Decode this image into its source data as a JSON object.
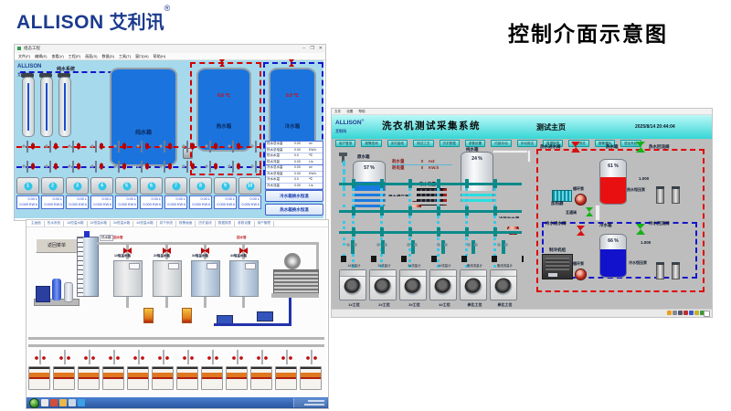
{
  "slide": {
    "logo_text": "ALLISON",
    "logo_cn": "艾利讯",
    "logo_reg": "®",
    "title": "控制介面示意图"
  },
  "shot1": {
    "window_title": "组态工程",
    "controls": {
      "min": "–",
      "max": "❐",
      "close": "✕"
    },
    "menu_items": [
      "文件(F)",
      "编辑(E)",
      "查看(V)",
      "工程(P)",
      "画面(S)",
      "数据(D)",
      "工具(T)",
      "窗口(W)",
      "帮助(H)"
    ],
    "brand": "ALLISON",
    "brand_cn": "艾利讯",
    "system_label": "纯水系统",
    "tank_pure": "纯水箱",
    "tank_hot": "热水箱",
    "tank_cold": "冷水箱",
    "hot_temp": "0.0 ℃",
    "cold_temp": "0.0 ℃",
    "stations": [
      {
        "no": "1"
      },
      {
        "no": "2"
      },
      {
        "no": "3"
      },
      {
        "no": "4"
      },
      {
        "no": "5"
      },
      {
        "no": "6"
      },
      {
        "no": "7"
      },
      {
        "no": "8"
      },
      {
        "no": "9"
      },
      {
        "no": "10"
      }
    ],
    "station_flow": "0.00 L",
    "station_energy": "0.000 KW.h",
    "data_rows_hot": [
      {
        "label": "热水总水量",
        "value": "0.00",
        "unit": "m³"
      },
      {
        "label": "热水总电量",
        "value": "0.00",
        "unit": "KW.h"
      },
      {
        "label": "热水水温",
        "value": "0.0",
        "unit": "℃"
      },
      {
        "label": "热水流量",
        "value": "0.00",
        "unit": "L/s"
      }
    ],
    "data_rows_cold": [
      {
        "label": "冷水总水量",
        "value": "0.00",
        "unit": "m³"
      },
      {
        "label": "冷水总电量",
        "value": "0.00",
        "unit": "KW.h"
      },
      {
        "label": "冷水水温",
        "value": "0.0",
        "unit": "℃"
      },
      {
        "label": "冷水流量",
        "value": "0.00",
        "unit": "L/s"
      }
    ],
    "buttons": [
      "冷水箱换水恒温",
      "热水箱换水恒温"
    ]
  },
  "shot2": {
    "tabs": [
      "主画面",
      "热水系统",
      "1#恒温水箱",
      "2#恒温水箱",
      "3#恒温水箱",
      "4#恒温水箱",
      "烘干系统",
      "报警画面",
      "历史曲线",
      "数据报表",
      "参数设置",
      "用户管理"
    ],
    "back_button": "返回菜单",
    "main_tank": "热水箱",
    "pipe_label_1": "回水管",
    "pipe_label_2": "回水管",
    "tank_labels": [
      "1#恒温水箱",
      "2#恒温水箱",
      "3#恒温水箱",
      "4#恒温水箱"
    ]
  },
  "shot3": {
    "menu_small": [
      "文件",
      "设置",
      "帮助"
    ],
    "brand": "ALLISON",
    "brand_cn": "艾利讯",
    "brand_reg": "®",
    "header_title": "洗衣机测试采集系统",
    "page_title": "测试主页",
    "datetime": "2025/8/14  20:44:04",
    "menu_buttons": [
      "用户登录",
      "报警查询",
      "实时曲线",
      "测试工艺",
      "历史数据",
      "参数设置",
      "内部手动",
      "手动测试",
      "数据报表",
      "报警浏览",
      "报警清除",
      "退出系统"
    ],
    "readouts": [
      {
        "label": "耗水量",
        "value": "0",
        "unit": "m3"
      },
      {
        "label": "耗电量",
        "value": "0",
        "unit": "KW.h"
      }
    ],
    "tank_raw_label": "原水箱",
    "tank_raw_pct": "57 %",
    "tank_pure_label": "纯水箱",
    "tank_pure_pct": "24 %",
    "tank_hot_label": "热水箱",
    "tank_hot_pct": "61 %",
    "tank_cold_label": "冷水箱",
    "tank_cold_pct": "66 %",
    "lbl_raw_pump": "原水增压泵",
    "lbl_softener": "软水装置",
    "lbl_feed_pump": "冷热加水泵",
    "lbl_hot_inlet": "热水进水阀",
    "lbl_hot_return": "热水回流阀",
    "lbl_heater": "加热器",
    "lbl_circ_hot": "循环泵",
    "lbl_hot_press": "热水恒压泵",
    "val_hot": "1.000",
    "lbl_mutual": "互通阀",
    "lbl_cold_inlet": "冷水进水阀",
    "lbl_cold_return": "冷水回流阀",
    "lbl_chiller": "制冷机组",
    "lbl_circ_cold": "循环泵",
    "lbl_cold_press": "冷水恒压泵",
    "val_cold": "1.000",
    "flow_meters": [
      "1#流量计",
      "2#流量计",
      "3#流量计",
      "4#流量计",
      "备用流量计",
      "备用流量计"
    ],
    "stations": [
      "1#工位",
      "2#工位",
      "3#工位",
      "4#工位",
      "参比工位",
      "参比工位"
    ]
  }
}
